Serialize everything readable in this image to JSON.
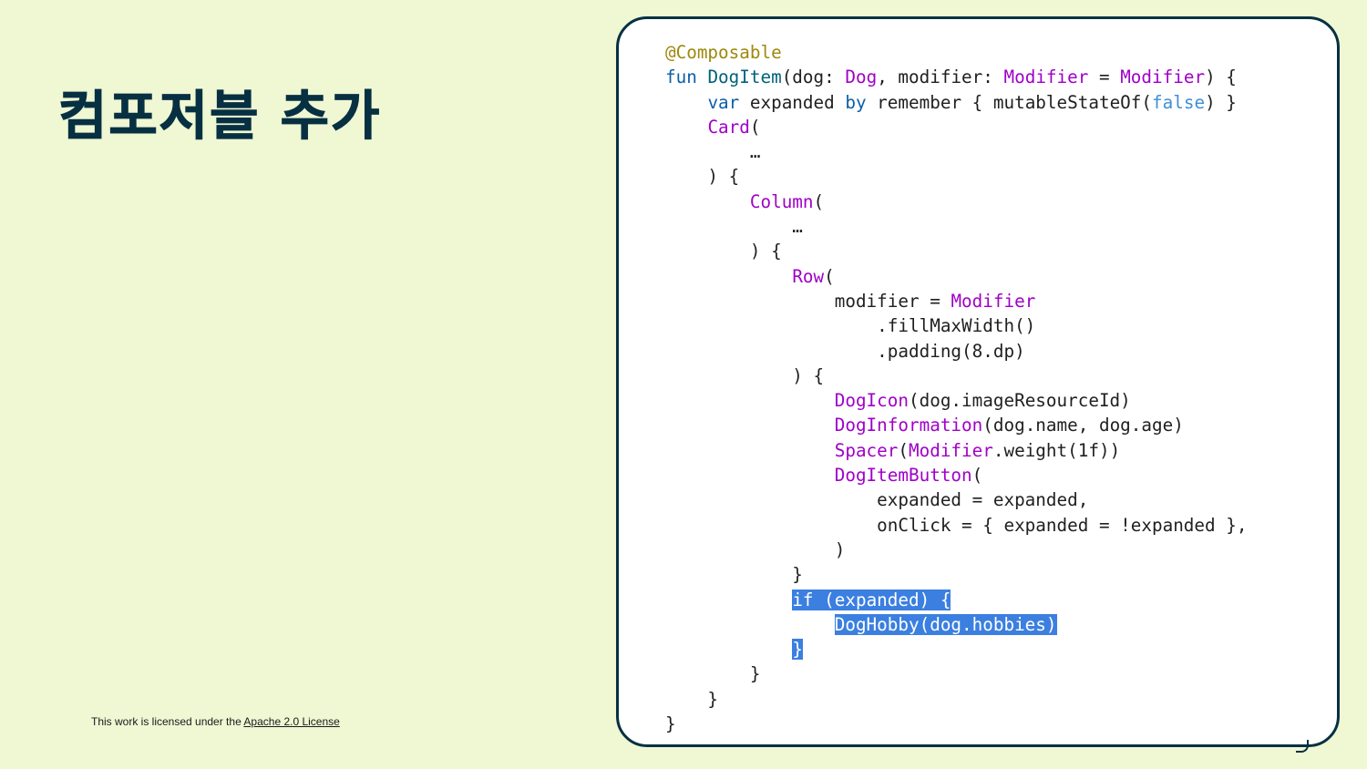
{
  "slide": {
    "title": "컴포저블 추가",
    "license_prefix": "This work is licensed under the ",
    "license_link": "Apache 2.0 License"
  },
  "code_lines": [
    [
      {
        "t": "@Composable",
        "c": "ann"
      }
    ],
    [
      {
        "t": "fun ",
        "c": "kw"
      },
      {
        "t": "DogItem",
        "c": "fn"
      },
      {
        "t": "(dog: ",
        "c": "plain"
      },
      {
        "t": "Dog",
        "c": "cls"
      },
      {
        "t": ", modifier: ",
        "c": "plain"
      },
      {
        "t": "Modifier",
        "c": "cls"
      },
      {
        "t": " = ",
        "c": "plain"
      },
      {
        "t": "Modifier",
        "c": "cls"
      },
      {
        "t": ") {",
        "c": "plain"
      }
    ],
    [
      {
        "t": "    ",
        "c": "plain"
      },
      {
        "t": "var",
        "c": "kw"
      },
      {
        "t": " expanded ",
        "c": "plain"
      },
      {
        "t": "by",
        "c": "kw"
      },
      {
        "t": " remember { mutableStateOf(",
        "c": "plain"
      },
      {
        "t": "false",
        "c": "kw2"
      },
      {
        "t": ") }",
        "c": "plain"
      }
    ],
    [
      {
        "t": "    ",
        "c": "plain"
      },
      {
        "t": "Card",
        "c": "cls"
      },
      {
        "t": "(",
        "c": "plain"
      }
    ],
    [
      {
        "t": "        …",
        "c": "plain"
      }
    ],
    [
      {
        "t": "    ) {",
        "c": "plain"
      }
    ],
    [
      {
        "t": "        ",
        "c": "plain"
      },
      {
        "t": "Column",
        "c": "cls"
      },
      {
        "t": "(",
        "c": "plain"
      }
    ],
    [
      {
        "t": "            …",
        "c": "plain"
      }
    ],
    [
      {
        "t": "        ) {",
        "c": "plain"
      }
    ],
    [
      {
        "t": "            ",
        "c": "plain"
      },
      {
        "t": "Row",
        "c": "cls"
      },
      {
        "t": "(",
        "c": "plain"
      }
    ],
    [
      {
        "t": "                modifier = ",
        "c": "plain"
      },
      {
        "t": "Modifier",
        "c": "cls"
      }
    ],
    [
      {
        "t": "                    .fillMaxWidth()",
        "c": "plain"
      }
    ],
    [
      {
        "t": "                    .padding(8.dp)",
        "c": "plain"
      }
    ],
    [
      {
        "t": "            ) {",
        "c": "plain"
      }
    ],
    [
      {
        "t": "                ",
        "c": "plain"
      },
      {
        "t": "DogIcon",
        "c": "cls"
      },
      {
        "t": "(dog.imageResourceId)",
        "c": "plain"
      }
    ],
    [
      {
        "t": "                ",
        "c": "plain"
      },
      {
        "t": "DogInformation",
        "c": "cls"
      },
      {
        "t": "(dog.name, dog.age)",
        "c": "plain"
      }
    ],
    [
      {
        "t": "                ",
        "c": "plain"
      },
      {
        "t": "Spacer",
        "c": "cls"
      },
      {
        "t": "(",
        "c": "plain"
      },
      {
        "t": "Modifier",
        "c": "cls"
      },
      {
        "t": ".weight(1f))",
        "c": "plain"
      }
    ],
    [
      {
        "t": "                ",
        "c": "plain"
      },
      {
        "t": "DogItemButton",
        "c": "cls"
      },
      {
        "t": "(",
        "c": "plain"
      }
    ],
    [
      {
        "t": "                    expanded = expanded,",
        "c": "plain"
      }
    ],
    [
      {
        "t": "                    onClick = { expanded = !expanded },",
        "c": "plain"
      }
    ],
    [
      {
        "t": "                )",
        "c": "plain"
      }
    ],
    [
      {
        "t": "            }",
        "c": "plain"
      }
    ],
    [
      {
        "t": "            ",
        "c": "plain"
      },
      {
        "t": "if (expanded) {",
        "c": "hl"
      }
    ],
    [
      {
        "t": "                ",
        "c": "plain"
      },
      {
        "t": "DogHobby(dog.hobbies)",
        "c": "hl"
      }
    ],
    [
      {
        "t": "            ",
        "c": "plain"
      },
      {
        "t": "}",
        "c": "hl"
      }
    ],
    [
      {
        "t": "        }",
        "c": "plain"
      }
    ],
    [
      {
        "t": "    }",
        "c": "plain"
      }
    ],
    [
      {
        "t": "}",
        "c": "plain"
      }
    ]
  ],
  "colors": {
    "background": "#eff7d3",
    "title": "#073042",
    "highlight": "#3b7fe0"
  }
}
